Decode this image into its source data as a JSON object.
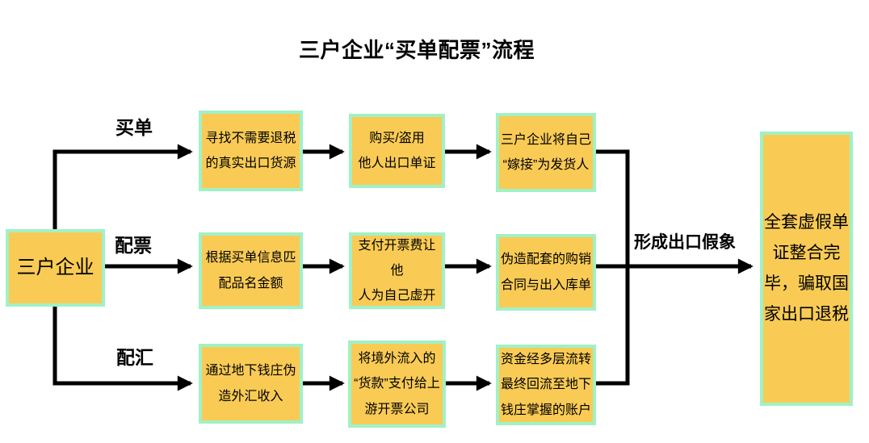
{
  "flow": {
    "title": "三户企业“买单配票”流程",
    "source_label": "三户企业",
    "branches": [
      {
        "label": "买单",
        "steps": [
          "寻找不需要退税\n的真实出口货源",
          "购买/盗用\n他人出口单证",
          "三户企业将自己\n“嫁接”为发货人"
        ]
      },
      {
        "label": "配票",
        "steps": [
          "根据买单信息匹\n配品名金额",
          "支付开票费让他\n人为自己虚开",
          "伪造配套的购销\n合同与出入库单"
        ]
      },
      {
        "label": "配汇",
        "steps": [
          "通过地下钱庄伪\n造外汇收入",
          "将境外流入的\n“货款”支付给上\n游开票公司",
          "资金经多层流转\n最终回流至地下\n钱庄掌握的账户"
        ]
      }
    ],
    "merge_label": "形成出口假象",
    "result_label": "全套虚假单\n证整合完\n毕，骗取国\n家出口退税",
    "colors": {
      "box_fill": "#F9CB55",
      "box_border": "#A1F1C6",
      "line": "#000000",
      "background": "#FFFFFF",
      "text": "#000000"
    }
  }
}
